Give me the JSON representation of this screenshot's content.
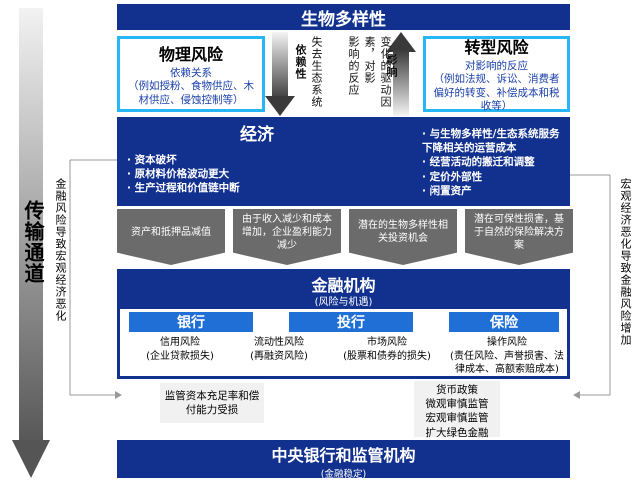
{
  "header": {
    "title": "生物多样性"
  },
  "physical_risk": {
    "title": "物理风险",
    "subtitle": "依赖关系",
    "desc": "（例如授粉、食物供应、木材供应、侵蚀控制等）"
  },
  "transition_risk": {
    "title": "转型风险",
    "subtitle": "对影响的反应",
    "desc": "（例如法规、诉讼、消费者偏好的转变、补偿成本和税收等）"
  },
  "center_arrows": {
    "dependency_label": "依赖性",
    "loss_label": "失去生态系统",
    "impact_label": "影响",
    "reaction_label": "影响的反应",
    "change_drivers_label": "变化的驱动因素，对影"
  },
  "economy": {
    "title": "经济",
    "left_bullets": [
      "· 资本破坏",
      "· 原材料价格波动更大",
      "· 生产过程和价值链中断"
    ],
    "right_bullets": [
      "· 与生物多样性/生态系统服务下降相关的运营成本",
      "· 经营活动的搬迁和调整",
      "· 定价外部性",
      "· 闲置资产"
    ]
  },
  "chevrons": [
    "资产和抵押品减值",
    "由于收入减少和成本增加，企业盈利能力减少",
    "潜在的生物多样性相关投资机会",
    "潜在可保性损害，基于自然的保险解决方案"
  ],
  "finance": {
    "title": "金融机构",
    "subtitle": "(风险与机遇)",
    "tags": [
      "银行",
      "投行",
      "保险"
    ],
    "risks": [
      {
        "name": "信用风险",
        "detail": "(企业贷款损失)"
      },
      {
        "name": "流动性风险",
        "detail": "(再融资风险)"
      },
      {
        "name": "市场风险",
        "detail": "(股票和债券的损失)"
      },
      {
        "name": "操作风险",
        "detail": "(责任风险、声誉损害、法律成本、高额索赔成本)"
      }
    ]
  },
  "lower_boxes": {
    "left": "监管资本充足率和偿付能力受损",
    "right": [
      "货币政策",
      "微观审慎监管",
      "宏观审慎监管",
      "扩大绿色金融"
    ]
  },
  "central_bank": {
    "title": "中央银行和监管机构",
    "subtitle": "(金融稳定)"
  },
  "side_labels": {
    "transmission": "传输通道",
    "left_channel": "金融风险导致宏观经济恶化",
    "right_channel": "宏观经济恶化导致金融风险增加"
  },
  "colors": {
    "navy": "#12318f",
    "blue": "#1f6fd6",
    "light_blue_frame": "#29b6f6",
    "grey_arrow": "#6b6b6b"
  }
}
